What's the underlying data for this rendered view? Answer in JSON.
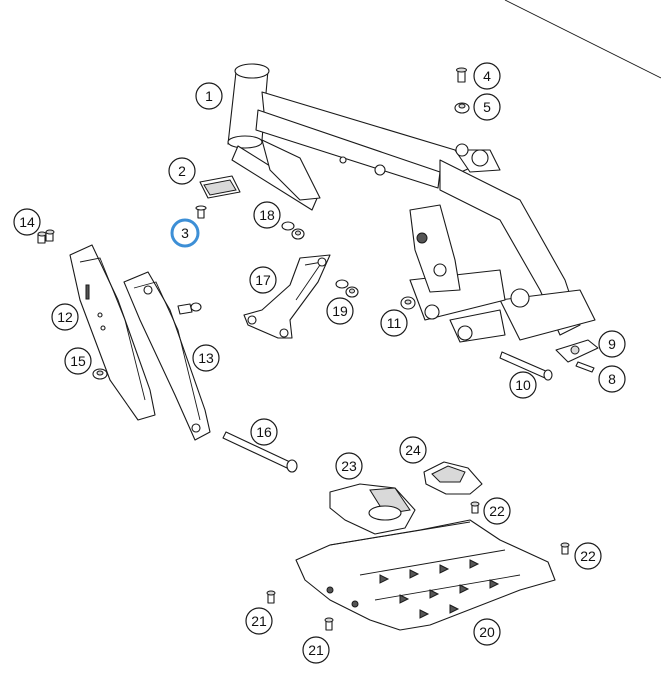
{
  "diagram": {
    "selected_callout": "3",
    "callouts": [
      {
        "id": "1",
        "label": "1"
      },
      {
        "id": "2",
        "label": "2"
      },
      {
        "id": "3",
        "label": "3"
      },
      {
        "id": "4",
        "label": "4"
      },
      {
        "id": "5",
        "label": "5"
      },
      {
        "id": "8",
        "label": "8"
      },
      {
        "id": "9",
        "label": "9"
      },
      {
        "id": "10",
        "label": "10"
      },
      {
        "id": "11",
        "label": "11"
      },
      {
        "id": "12",
        "label": "12"
      },
      {
        "id": "13",
        "label": "13"
      },
      {
        "id": "14",
        "label": "14"
      },
      {
        "id": "15",
        "label": "15"
      },
      {
        "id": "16",
        "label": "16"
      },
      {
        "id": "17",
        "label": "17"
      },
      {
        "id": "18",
        "label": "18"
      },
      {
        "id": "19",
        "label": "19"
      },
      {
        "id": "20",
        "label": "20"
      },
      {
        "id": "21a",
        "label": "21"
      },
      {
        "id": "21b",
        "label": "21"
      },
      {
        "id": "22a",
        "label": "22"
      },
      {
        "id": "22b",
        "label": "22"
      },
      {
        "id": "23",
        "label": "23"
      },
      {
        "id": "24",
        "label": "24"
      }
    ],
    "colors": {
      "line": "#1a1a1a",
      "selected": "#3d8fd6",
      "shade": "#d9d9d9"
    }
  }
}
